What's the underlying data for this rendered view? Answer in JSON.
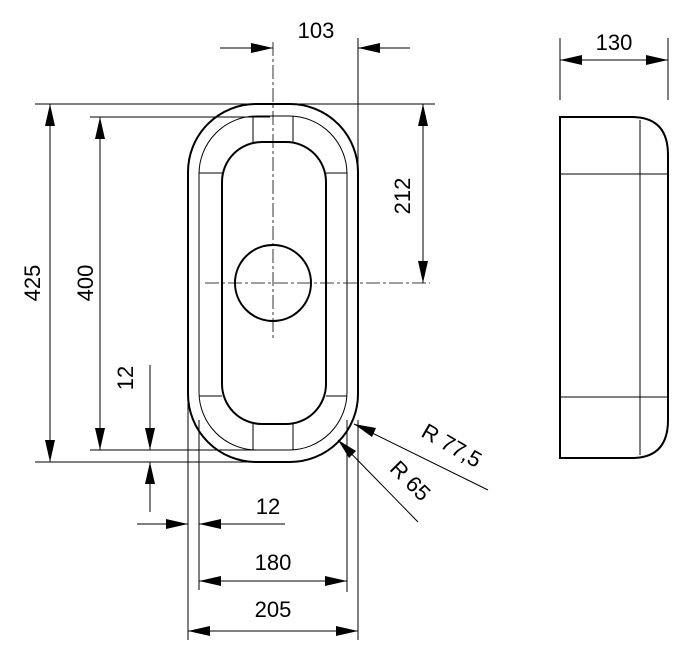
{
  "dimensions": {
    "outer_width": "205",
    "inner_width": "180",
    "rim_offset_bottom": "12",
    "rim_offset_left": "12",
    "outer_length": "425",
    "inner_length": "400",
    "drain_offset_top": "212",
    "drain_offset_side": "103",
    "depth": "130",
    "outer_radius": "R  77,5",
    "inner_radius": "R  65"
  }
}
